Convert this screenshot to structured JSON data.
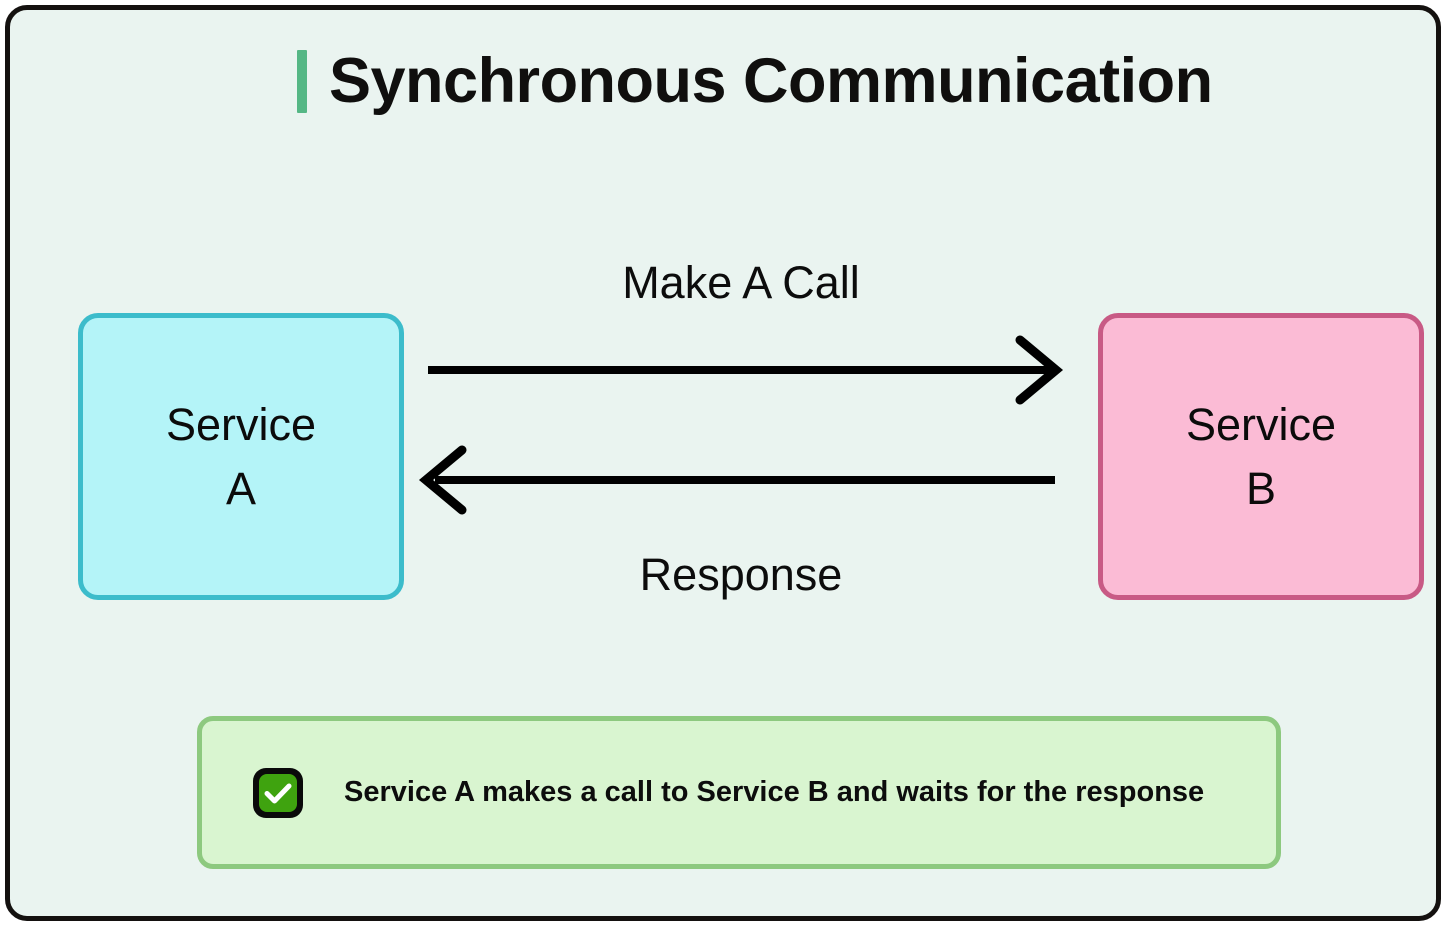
{
  "diagram": {
    "title": "Synchronous Communication",
    "accent_color": "#55b785",
    "background_color": "#eaf4f0",
    "frame_border_color": "#14110f"
  },
  "nodes": {
    "service_a": {
      "line1": "Service",
      "line2": "A",
      "fill_color": "#b4f4f8",
      "border_color": "#3cbccb"
    },
    "service_b": {
      "line1": "Service",
      "line2": "B",
      "fill_color": "#fbbbd5",
      "border_color": "#c85a85"
    }
  },
  "edges": {
    "request": {
      "label": "Make A Call",
      "direction": "a-to-b",
      "color": "#000000"
    },
    "response": {
      "label": "Response",
      "direction": "b-to-a",
      "color": "#000000"
    }
  },
  "callout": {
    "icon": "check-square-icon",
    "text": "Service A makes a call to Service B and waits for the response",
    "fill_color": "#d9f5d0",
    "border_color": "#8dc97f",
    "icon_color": "#3fa30f"
  }
}
